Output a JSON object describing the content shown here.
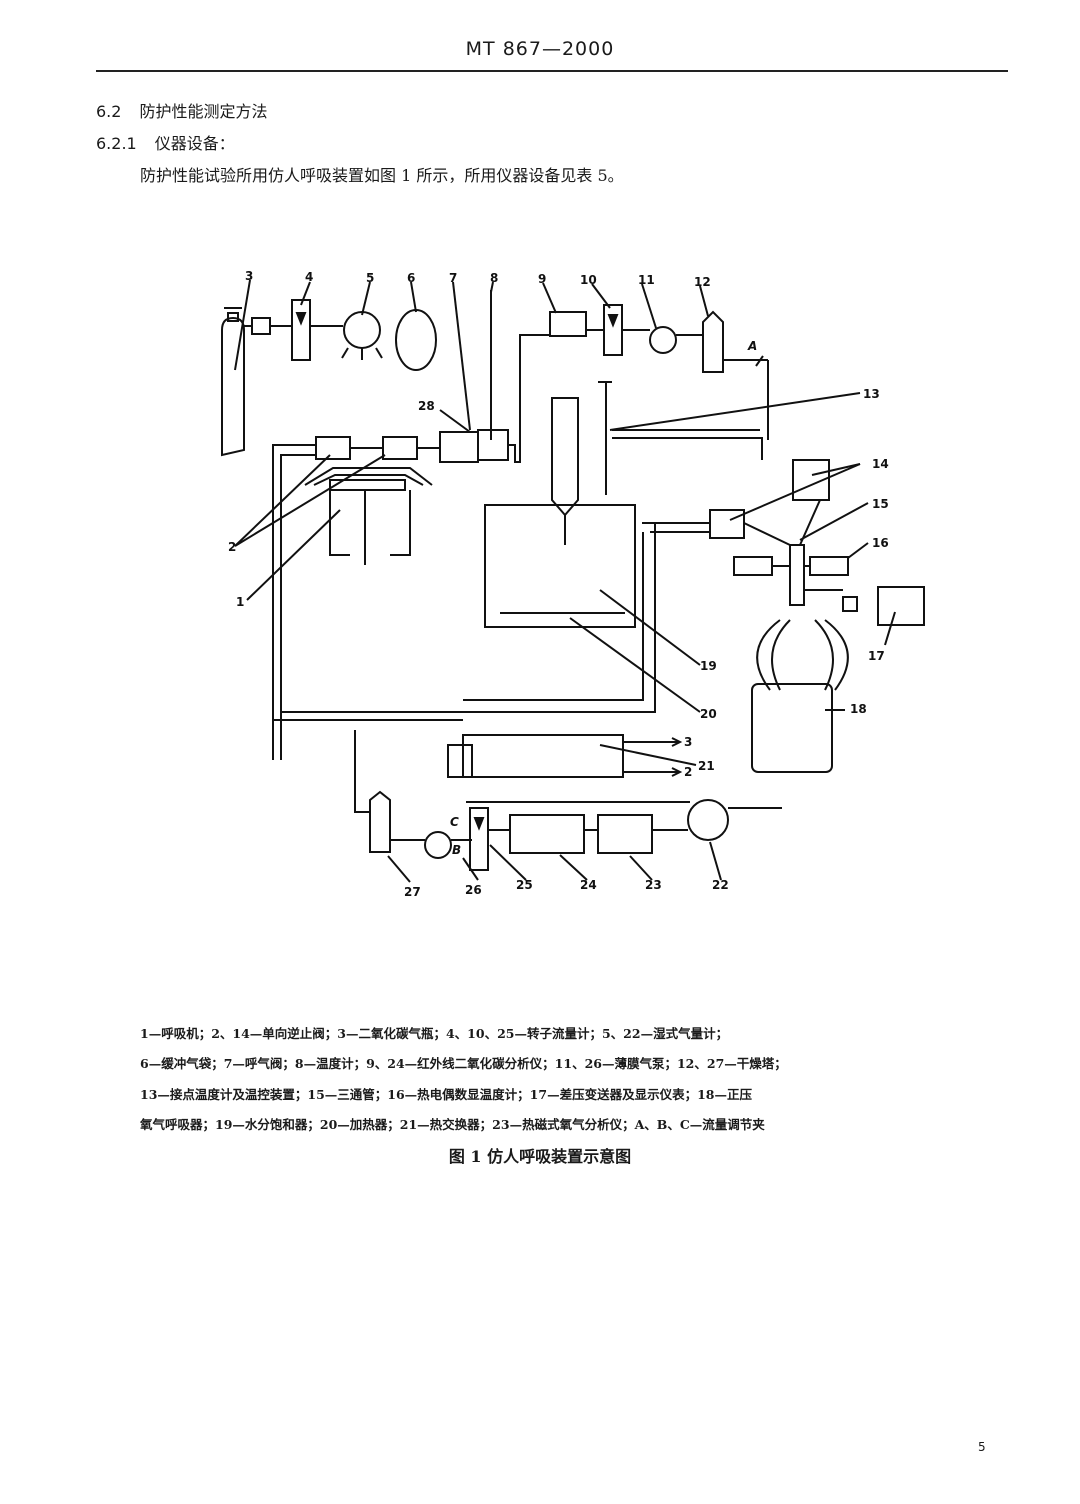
{
  "header": {
    "standard": "MT 867—2000"
  },
  "sections": [
    {
      "number": "6.2",
      "title": "防护性能测定方法"
    },
    {
      "number": "6.2.1",
      "title": "仪器设备："
    }
  ],
  "paragraph": "防护性能试验所用仿人呼吸装置如图 1 所示，所用仪器设备见表 5。",
  "figure": {
    "labels": [
      "1",
      "2",
      "3",
      "4",
      "5",
      "6",
      "7",
      "8",
      "9",
      "10",
      "11",
      "12",
      "13",
      "14",
      "15",
      "16",
      "17",
      "18",
      "19",
      "20",
      "21",
      "22",
      "23",
      "24",
      "25",
      "26",
      "27",
      "28",
      "A",
      "B",
      "C"
    ],
    "flow_marks": [
      "3",
      "2"
    ],
    "caption_lines": [
      "1—呼吸机；2、14—单向逆止阀；3—二氧化碳气瓶；4、10、25—转子流量计；5、22—湿式气量计；",
      "6—缓冲气袋；7—呼气阀；8—温度计；9、24—红外线二氧化碳分析仪；11、26—薄膜气泵；12、27—干燥塔；",
      "13—接点温度计及温控装置；15—三通管；16—热电偶数显温度计；17—差压变送器及显示仪表；18—正压",
      "氧气呼吸器；19—水分饱和器；20—加热器；21—热交换器；23—热磁式氧气分析仪；A、B、C—流量调节夹"
    ],
    "title": "图 1   仿人呼吸装置示意图"
  },
  "page_number": "5"
}
